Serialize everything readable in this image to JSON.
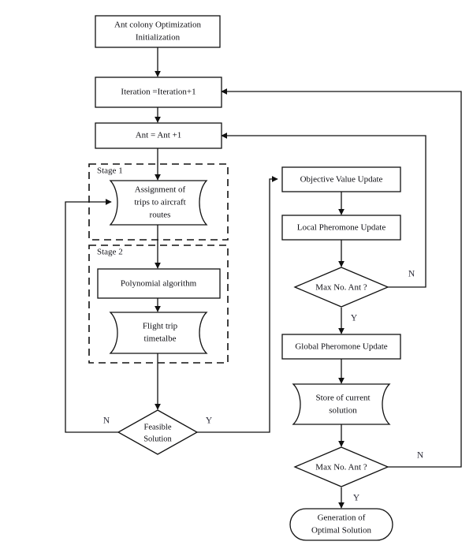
{
  "diagram": {
    "title": "Ant Colony Optimization two-stage flowchart",
    "background_color": "#ffffff",
    "line_color": "#111111",
    "text_color": "#0d0d12",
    "branch_label_color": "#2b2b38"
  },
  "nodes": {
    "start": {
      "label_line1": "Ant colony Optimization",
      "label_line2": "Initialization",
      "shape": "process"
    },
    "iteration": {
      "label": "Iteration =Iteration+1",
      "shape": "process"
    },
    "ant": {
      "label": "Ant = Ant +1",
      "shape": "process"
    },
    "assignment": {
      "label_line1": "Assignment of",
      "label_line2": "trips to aircraft",
      "label_line3": "routes",
      "shape": "document"
    },
    "polynomial": {
      "label": "Polynomial algorithm",
      "shape": "process"
    },
    "timetable": {
      "label_line1": "Flight trip",
      "label_line2": "timetalbe",
      "shape": "document"
    },
    "feasible": {
      "label_line1": "Feasible",
      "label_line2": "Solution",
      "shape": "decision"
    },
    "objective": {
      "label": "Objective Value Update",
      "shape": "process"
    },
    "local_pheromone": {
      "label": "Local Pheromone Update",
      "shape": "process"
    },
    "max_ant_1": {
      "label": "Max No. Ant ?",
      "shape": "decision"
    },
    "global_pheromone": {
      "label": "Global Pheromone Update",
      "shape": "process"
    },
    "store": {
      "label_line1": "Store of current",
      "label_line2": "solution",
      "shape": "document"
    },
    "max_ant_2": {
      "label": "Max No. Ant ?",
      "shape": "decision"
    },
    "end": {
      "label_line1": "Generation of",
      "label_line2": "Optimal Solution",
      "shape": "terminator"
    }
  },
  "groups": {
    "stage1": {
      "label": "Stage 1"
    },
    "stage2": {
      "label": "Stage 2"
    }
  },
  "branch_labels": {
    "feasible_no": "N",
    "feasible_yes": "Y",
    "max_ant_1_no": "N",
    "max_ant_1_yes": "Y",
    "max_ant_2_no": "N",
    "max_ant_2_yes": "Y"
  }
}
